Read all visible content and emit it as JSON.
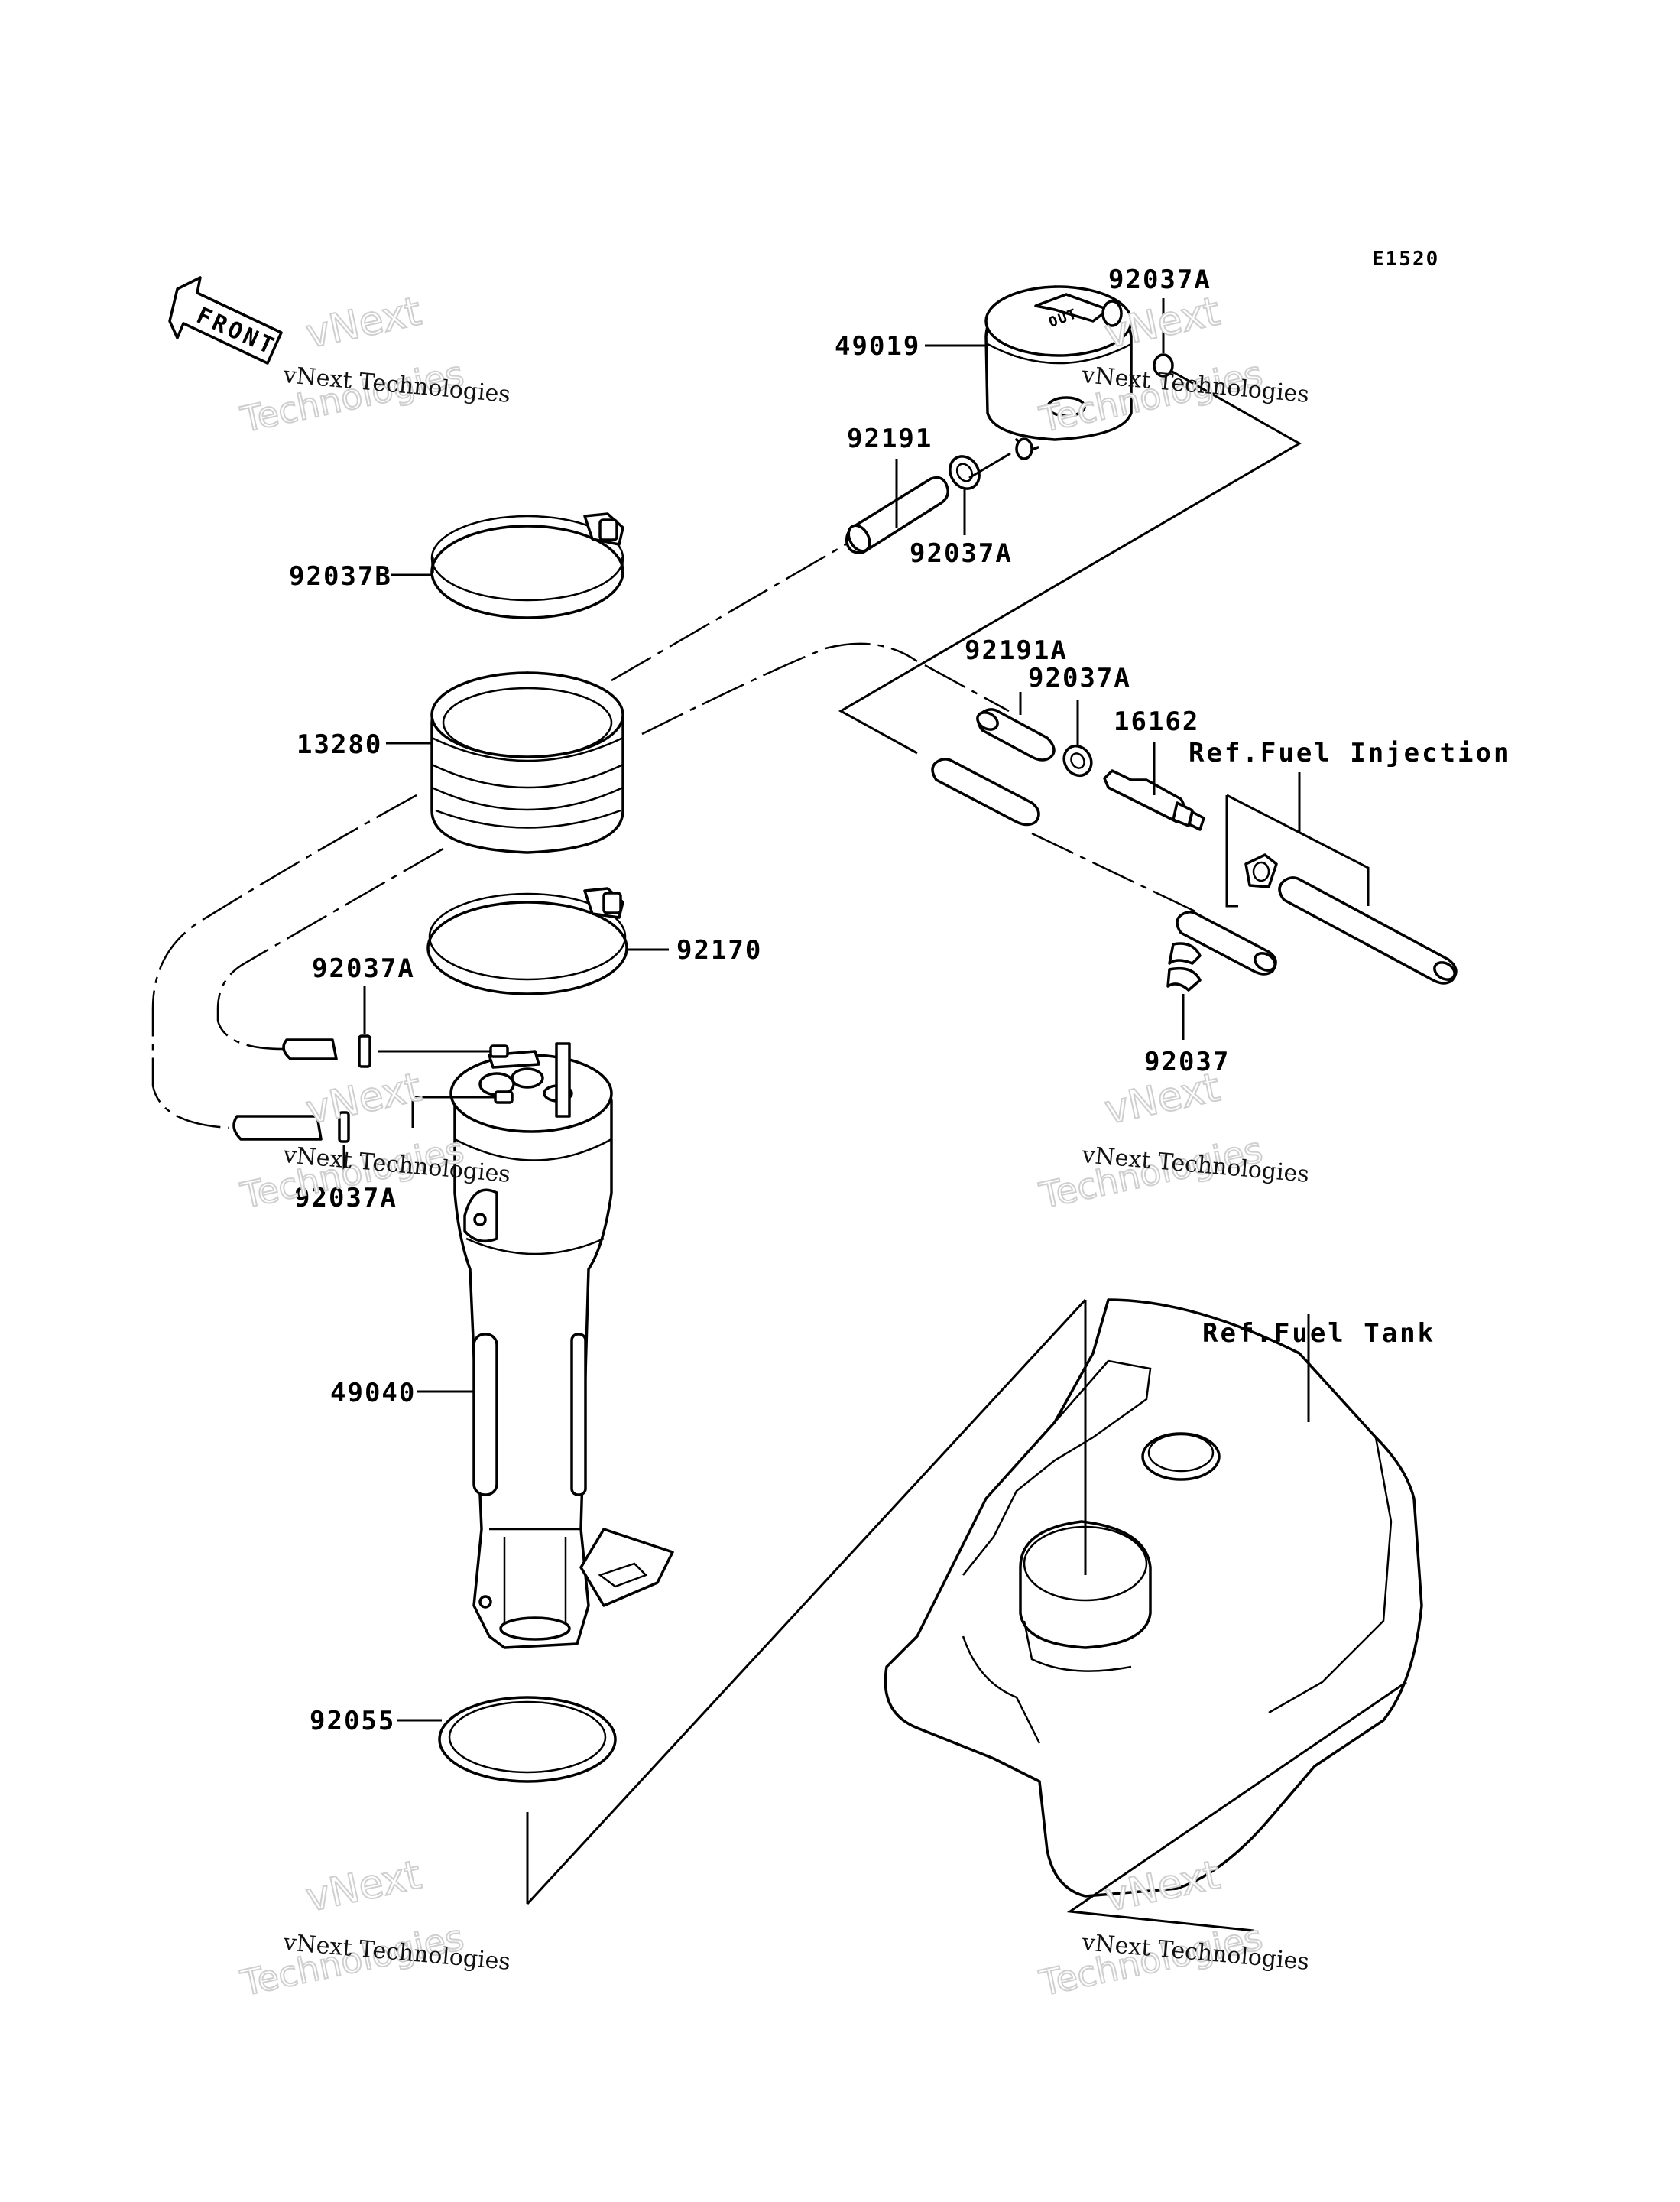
{
  "diagram_code": "E1520",
  "front_arrow_label": "FRONT",
  "references": {
    "fuel_injection": "Ref.Fuel Injection",
    "fuel_tank": "Ref.Fuel Tank"
  },
  "part_labels": {
    "p49019": "49019",
    "p92037A_top": "92037A",
    "p92191": "92191",
    "p92037A_mid": "92037A",
    "p92037B": "92037B",
    "p13280": "13280",
    "p92191A": "92191A",
    "p92037A_right": "92037A",
    "p16162": "16162",
    "p92170": "92170",
    "p92037A_left1": "92037A",
    "p92037A_left2": "92037A",
    "p92037": "92037",
    "p49040": "49040",
    "p92055": "92055"
  },
  "watermark": {
    "company": "vNext Technologies",
    "line1": "vNext",
    "line2": "Technologies"
  }
}
